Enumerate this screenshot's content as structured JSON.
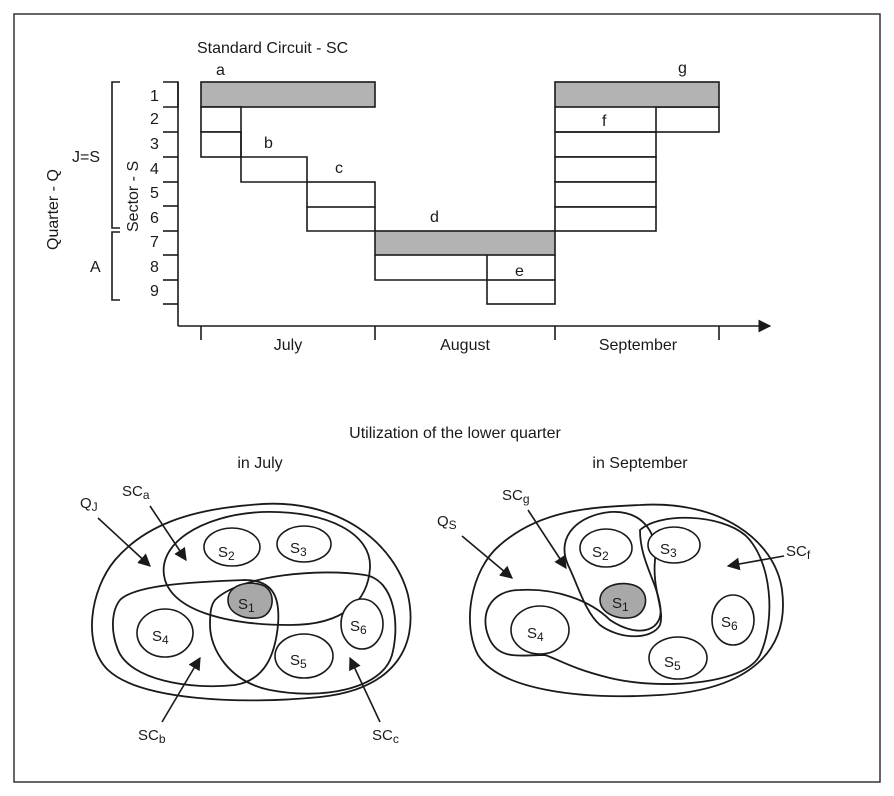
{
  "chart": {
    "title": "Standard Circuit - SC",
    "quarter_axis_label": "Quarter - Q",
    "sector_axis_label": "Sector - S",
    "group_labels": [
      "J=S",
      "A"
    ],
    "sector_numbers": [
      "1",
      "2",
      "3",
      "4",
      "5",
      "6",
      "7",
      "8",
      "9"
    ],
    "months": [
      "July",
      "August",
      "September"
    ],
    "bar_labels": [
      "a",
      "b",
      "c",
      "d",
      "e",
      "f",
      "g"
    ]
  },
  "lower": {
    "title": "Utilization of the lower quarter",
    "july": {
      "subtitle": "in July",
      "quarter": {
        "base": "Q",
        "sub": "J"
      },
      "circuits": [
        {
          "base": "SC",
          "sub": "a"
        },
        {
          "base": "SC",
          "sub": "b"
        },
        {
          "base": "SC",
          "sub": "c"
        }
      ],
      "sectors": [
        {
          "base": "S",
          "sub": "1"
        },
        {
          "base": "S",
          "sub": "2"
        },
        {
          "base": "S",
          "sub": "3"
        },
        {
          "base": "S",
          "sub": "4"
        },
        {
          "base": "S",
          "sub": "5"
        },
        {
          "base": "S",
          "sub": "6"
        }
      ]
    },
    "september": {
      "subtitle": "in September",
      "quarter": {
        "base": "Q",
        "sub": "S"
      },
      "circuits": [
        {
          "base": "SC",
          "sub": "g"
        },
        {
          "base": "SC",
          "sub": "f"
        }
      ],
      "sectors": [
        {
          "base": "S",
          "sub": "1"
        },
        {
          "base": "S",
          "sub": "2"
        },
        {
          "base": "S",
          "sub": "3"
        },
        {
          "base": "S",
          "sub": "4"
        },
        {
          "base": "S",
          "sub": "5"
        },
        {
          "base": "S",
          "sub": "6"
        }
      ]
    }
  }
}
